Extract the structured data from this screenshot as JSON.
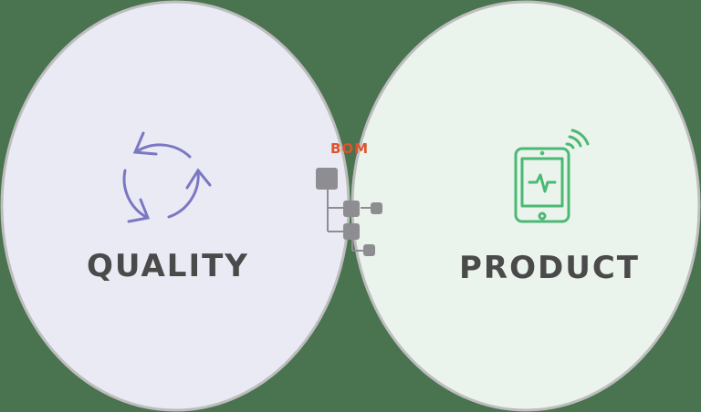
{
  "diagram": {
    "type": "venn",
    "sets": [
      {
        "label": "QUALITY",
        "icon": "cycle-arrows-icon",
        "fill": "#eaeaf5",
        "icon_color": "#7a78c2"
      },
      {
        "label": "PRODUCT",
        "icon": "tablet-heartbeat-wireless-icon",
        "fill": "#ebf4ec",
        "icon_color": "#4bb874"
      }
    ],
    "intersection": {
      "label": "BOM",
      "icon": "hierarchy-tree-icon",
      "fill": "#d8e3e8",
      "label_color": "#e0522a",
      "icon_color": "#8e8e92"
    },
    "stroke_color": "#bdbdbd"
  }
}
